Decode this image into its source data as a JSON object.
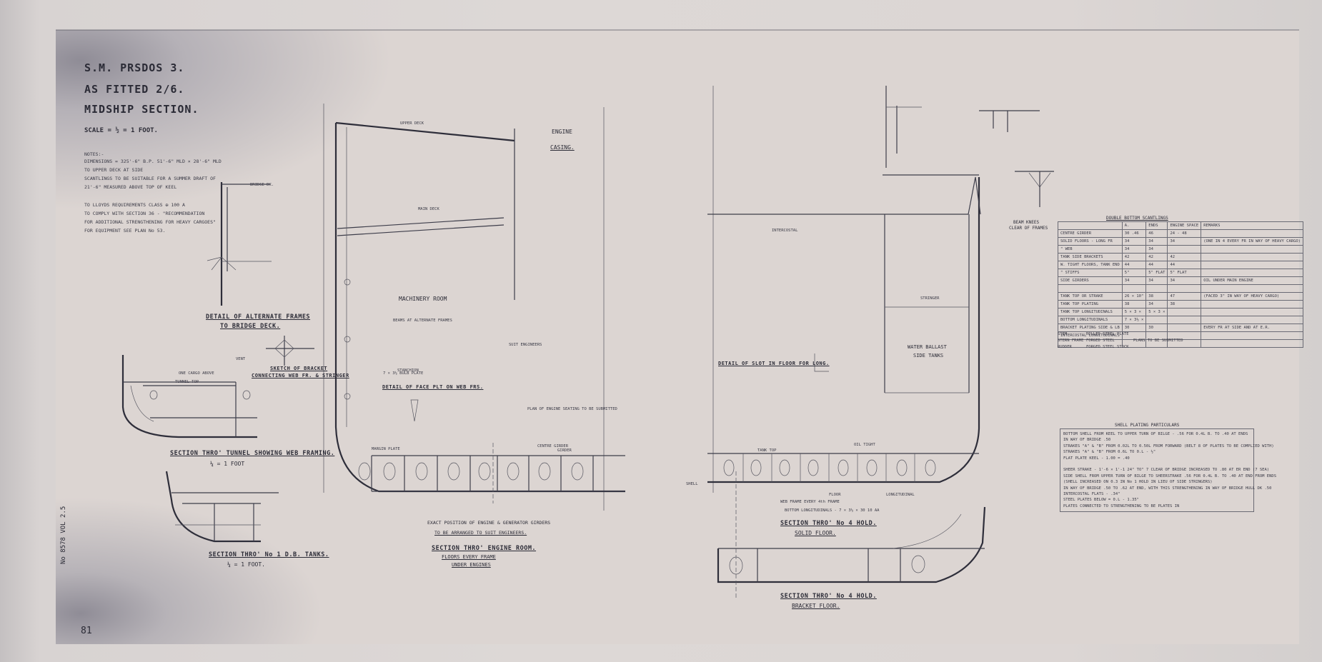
{
  "title_block": {
    "ship": "S.M. PRSDOS 3.",
    "fitted": "AS FITTED 2/6.",
    "title": "MIDSHIP SECTION.",
    "scale": "SCALE = ½ = 1 FOOT."
  },
  "notes": [
    "NOTES:-",
    "DIMENSIONS = 325'-6\" B.P. 51'-6\" MLD × 28'-6\" MLD",
    "TO UPPER DECK AT SIDE",
    "SCANTLINGS TO BE SUITABLE FOR A SUMMER DRAFT OF",
    "21'-6\" MEASURED ABOVE TOP OF KEEL",
    "TO LLOYDS REQUIREMENTS CLASS ✠ 100 A",
    "TO COMPLY WITH SECTION 36 - \"RECOMMENDATION",
    "FOR ADDITIONAL STRENGTHENING FOR HEAVY CARGOES\"",
    "FOR EQUIPMENT SEE PLAN No 53."
  ],
  "captions": {
    "alt_frames": "DETAIL OF ALTERNATE FRAMES",
    "alt_frames_2": "TO BRIDGE DECK.",
    "bracket_sketch": "SKETCH OF BRACKET",
    "bracket_sketch_2": "CONNECTING WEB FR. & STRINGER",
    "tunnel": "SECTION THRO' TUNNEL SHOWING WEB FRAMING.",
    "tunnel_scale": "¼ = 1 FOOT",
    "db_tanks": "SECTION THRO' No 1 D.B. TANKS.",
    "db_tanks_scale": "¼ = 1 FOOT.",
    "face_plate": "DETAIL OF FACE PLT ON WEB FRS.",
    "machinery_room": "MACHINERY ROOM",
    "engine_room": "SECTION THRO' ENGINE ROOM.",
    "engine_room_2": "FLOORS EVERY FRAME",
    "engine_room_3": "UNDER ENGINES",
    "engine_note": "EXACT POSITION OF ENGINE & GENERATOR GIRDERS",
    "engine_note_2": "TO BE ARRANGED TO SUIT ENGINEERS.",
    "engine_casing": "ENGINE",
    "engine_casing_2": "CASING.",
    "slot_detail": "DETAIL OF SLOT IN FLOOR FOR LONG.",
    "water_ballast": "WATER BALLAST",
    "water_ballast_2": "SIDE TANKS",
    "hold_solid": "SECTION THRO' No 4 HOLD.",
    "hold_solid_2": "SOLID FLOOR.",
    "hold_bracket": "SECTION THRO' No 4 HOLD.",
    "hold_bracket_2": "BRACKET FLOOR.",
    "beam_knees": "BEAM KNEES",
    "beam_knees_2": "CLEAR OF FRAMES",
    "sheet_number": "81",
    "side_stamp": "No 8578 VOL 2.5"
  },
  "scantlings_table": {
    "title": "DOUBLE BOTTOM SCANTLINGS",
    "headers": [
      "",
      "A.",
      "ENDS",
      "ENGINE SPACE",
      "REMARKS"
    ],
    "rows": [
      [
        "CENTRE GIRDER",
        "30 .46",
        "46",
        "24 - 48",
        ""
      ],
      [
        "SOLID FLOORS - LONG FR",
        "34",
        "34",
        "34",
        "(ONE IN 4 EVERY FR IN WAY OF HEAVY CARGO)"
      ],
      [
        "   \"   WEB",
        "34",
        "34",
        "",
        ""
      ],
      [
        "TANK SIDE BRACKETS",
        "42",
        "42",
        "42",
        ""
      ],
      [
        "W. TIGHT FLOORS, TANK END",
        "44",
        "44",
        "44",
        ""
      ],
      [
        "   \"   STIFFS",
        "5\"",
        "5\" FLAT",
        "5\" FLAT",
        ""
      ],
      [
        "SIDE GIRDERS",
        "34",
        "34",
        "34",
        "OIL UNDER MAIN ENGINE"
      ],
      [
        "",
        "",
        "",
        "",
        ""
      ],
      [
        "TANK TOP OR STRAKE",
        "26 × 10\"",
        "38",
        "47",
        "(FACED 3\" IN WAY OF HEAVY CARGO)"
      ],
      [
        "TANK TOP PLATING",
        "38",
        "34",
        "38",
        ""
      ],
      [
        "TANK TOP LONGITUDINALS",
        "5 × 3 ×",
        "5 × 3 ×",
        "",
        ""
      ],
      [
        "BOTTOM LONGITUDINALS",
        "7 × 3½ ×",
        "",
        "",
        ""
      ],
      [
        "BRACKET PLATING SIDE & LB",
        "30",
        "30",
        "",
        "EVERY FR AT SIDE AND AT E.R."
      ],
      [
        "INTERCOSTAL LONGITUDINALS",
        "",
        "",
        "",
        ""
      ],
      [
        "",
        "",
        "",
        "",
        ""
      ]
    ]
  },
  "stern_notes": [
    [
      "STEM",
      "ROLLED STEEL PLATE",
      ""
    ],
    [
      "STERN FRAME",
      "FORGED STEEL",
      "PLANS TO BE SUBMITTED"
    ],
    [
      "RUDDER",
      "FORGED STEEL STOCK",
      ""
    ]
  ],
  "shell_plating": {
    "title": "SHELL PLATING PARTICULARS",
    "lines": [
      "BOTTOM SHELL FROM KEEL TO UPPER TURN OF BILGE - .56 FOR 0.4L B. TO .40 AT ENDS",
      "IN WAY OF BRIDGE .50",
      "STRAKES \"A\" & \"B\" FROM 0.02L TO 0.50L FROM FORWARD (BELT 8 OF PLATES TO BE COMPLIED WITH)",
      "STRAKES \"A\" & \"B\" FROM 0.6L TO 0.L - ½\"",
      "FLAT PLATE KEEL - 1.00 = .40",
      "",
      "SHEER STRAKE - 1'-6 × 1'-1 24\" TO\" 7 CLEAR OF BRIDGE INCREASED TO .80 AT ER END (7 SEA)",
      "SIDE SHELL FROM UPPER TURN OF BILGE TO SHEERSTRAKE .56 FOR 0.4L B. TO .40 AT END FROM ENDS",
      "(SHELL INCREASED ON 0.3 IN No 1 HOLD IN LIEU OF SIDE STRINGERS)",
      "IN WAY OF BRIDGE .50 TO .62 AT END, WITH THIS STRENGTHENING IN WAY OF BRIDGE HULL DK .50",
      "INTERCOSTAL FLATS - .34\"",
      "STEEL PLATES BELOW = 0.L - 1.35\"",
      "PLATES CONNECTED TO STRENGTHENING TO BE PLATES IN"
    ]
  },
  "annotations": [
    "BRIDGE DK.",
    "UPPER DECK",
    "MAIN DECK",
    "CENTRE GIRDER",
    "MARGIN PLATE",
    "OIL TIGHT",
    "TANK TOP",
    "ONE CARGO ABOVE",
    "TUNNEL TOP",
    "VENT",
    "7 × 3½ BULB PLATE",
    "GIRDER",
    "BOTTOM LONGITUDINALS - 7 × 3½ × 30 10 AA",
    "WEB FRAME EVERY 4th FRAME",
    "BEAMS AT ALTERNATE FRAMES",
    "STANCHION",
    "STRINGER",
    "INTERCOSTAL",
    "SUIT ENGINEERS",
    "PLAN OF ENGINE SEATING TO BE SUBMITTED",
    "SHELL",
    "FLOOR",
    "LONGITUDINAL"
  ]
}
